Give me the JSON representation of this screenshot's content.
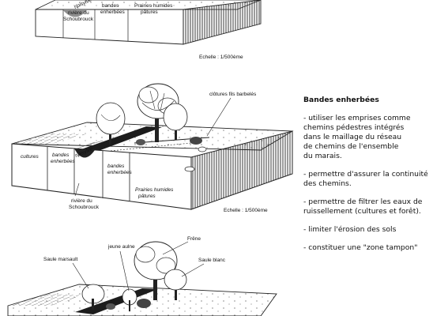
{
  "diagram1": {
    "labels": {
      "riviere": "rivière du Schoubrouck",
      "ripisylve": "ripisylve",
      "bandes": "bandes enherbées",
      "prairies": "Prairies humides pâtures",
      "echelle": "Echelle : 1/500ème"
    }
  },
  "diagram2": {
    "labels": {
      "clotures": "clôtures fils barbelés",
      "cultures": "cultures",
      "bandes_left": "bandes enherbées",
      "ripisylve": "ripisylve",
      "bandes_right": "bandes enherbées",
      "prairies": "Prairies humides pâtures",
      "riviere": "rivière du Schoubrouck",
      "echelle": "Echelle : 1/500ème"
    }
  },
  "diagram3": {
    "labels": {
      "frene": "Frêne",
      "jeune_aulne": "jeune aulne",
      "saule_marsault": "Saule marsault",
      "saule_blanc": "Saule blanc"
    }
  },
  "legend": {
    "title": "Bandes enherbées",
    "items": [
      "- utiliser les emprises comme\nchemins pédestres intégrés\ndans le maillage du réseau\nde chemins de l'ensemble\ndu marais.",
      "- permettre d'assurer la continuité\ndes chemins.",
      "- permettre de filtrer les eaux de\nruissellement (cultures et forêt).",
      "- limiter l'érosion des sols",
      "- constituer une \"zone tampon\""
    ]
  }
}
